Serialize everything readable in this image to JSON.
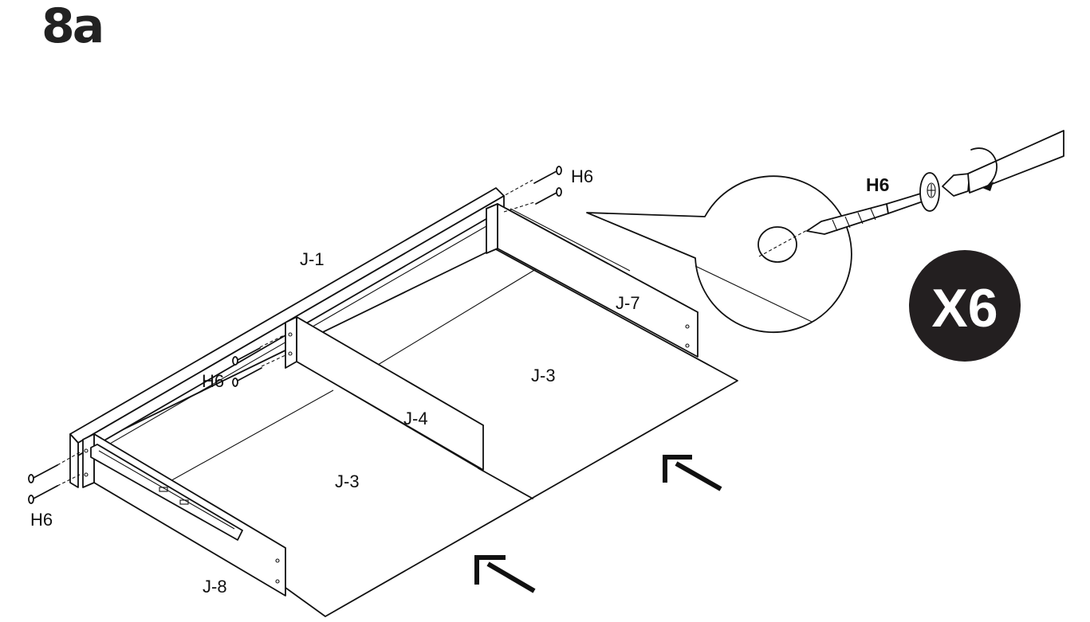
{
  "step": {
    "number": "8a"
  },
  "labels": {
    "j1": "J-1",
    "j7": "J-7",
    "j3_right": "J-3",
    "j4": "J-4",
    "j3_left": "J-3",
    "j8": "J-8",
    "h6_top": "H6",
    "h6_mid": "H6",
    "h6_left": "H6",
    "h6_detail": "H6"
  },
  "quantity": {
    "text": "X6"
  }
}
